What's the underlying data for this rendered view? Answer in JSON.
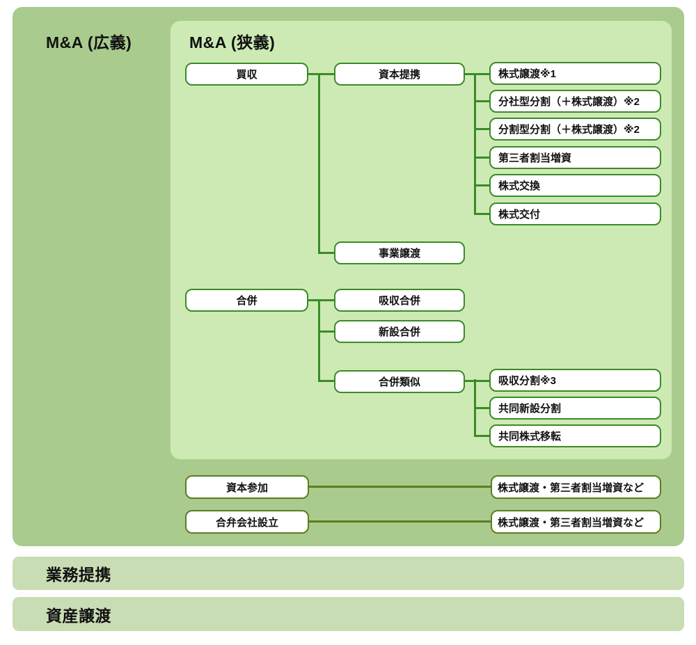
{
  "colors": {
    "page_bg": "#ffffff",
    "outer_bg": "#a9cb8d",
    "inner_bg": "#cdeab5",
    "node_bg": "#ffffff",
    "node_border": "#3a8b26",
    "olive_border": "#5d7c1e",
    "bar_bg": "#c9ddb5",
    "text": "#111111"
  },
  "outer": {
    "title": "M&A (広義)"
  },
  "inner": {
    "title": "M&A (狭義)"
  },
  "tree": {
    "groups": [
      {
        "parent": "買収",
        "children": [
          {
            "label": "資本提携",
            "children": [
              "株式譲渡※1",
              "分社型分割（＋株式譲渡）※2",
              "分割型分割（＋株式譲渡）※2",
              "第三者割当増資",
              "株式交換",
              "株式交付"
            ]
          },
          {
            "label": "事業譲渡"
          }
        ]
      },
      {
        "parent": "合併",
        "children": [
          {
            "label": "吸収合併"
          },
          {
            "label": "新設合併"
          },
          {
            "label": "合併類似",
            "children": [
              "吸収分割※3",
              "共同新設分割",
              "共同株式移転"
            ]
          }
        ]
      }
    ]
  },
  "outer_rows": [
    {
      "left": "資本参加",
      "right": "株式譲渡・第三者割当増資など"
    },
    {
      "left": "合弁会社設立",
      "right": "株式譲渡・第三者割当増資など"
    }
  ],
  "bars": [
    {
      "label": "業務提携"
    },
    {
      "label": "資産譲渡"
    }
  ]
}
